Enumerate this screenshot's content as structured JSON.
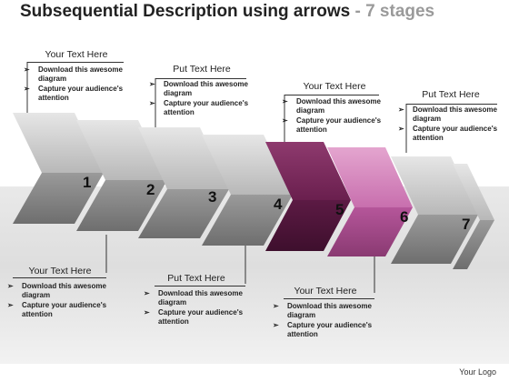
{
  "title": {
    "main": "Subsequential Description using arrows",
    "sep": " - ",
    "sub": "7 stages"
  },
  "stages": [
    {
      "number": "1",
      "color": "#9e9e9e"
    },
    {
      "number": "2",
      "color": "#9e9e9e"
    },
    {
      "number": "3",
      "color": "#9e9e9e"
    },
    {
      "number": "4",
      "color": "#7a2a5c"
    },
    {
      "number": "5",
      "color": "#c06aa6"
    },
    {
      "number": "6",
      "color": "#9e9e9e"
    },
    {
      "number": "7",
      "color": "#9e9e9e"
    }
  ],
  "callouts": [
    {
      "heading": "Your Text Here",
      "bullets": [
        "Download this awesome diagram",
        "Capture your audience's attention"
      ]
    },
    {
      "heading": "Put Text Here",
      "bullets": [
        "Download this awesome diagram",
        "Capture your audience's attention"
      ]
    },
    {
      "heading": "Your Text Here",
      "bullets": [
        "Download this awesome diagram",
        "Capture your audience's attention"
      ]
    },
    {
      "heading": "Put Text Here",
      "bullets": [
        "Download this awesome diagram",
        "Capture your audience's attention"
      ]
    },
    {
      "heading": "Your Text Here",
      "bullets": [
        "Download this awesome diagram",
        "Capture your audience's attention"
      ]
    },
    {
      "heading": "Put Text Here",
      "bullets": [
        "Download this awesome diagram",
        "Capture your audience's attention"
      ]
    },
    {
      "heading": "Your Text Here",
      "bullets": [
        "Download this awesome diagram",
        "Capture your audience's attention"
      ]
    }
  ],
  "bullet_glyph": "➢",
  "footer": {
    "logo": "Your Logo"
  }
}
